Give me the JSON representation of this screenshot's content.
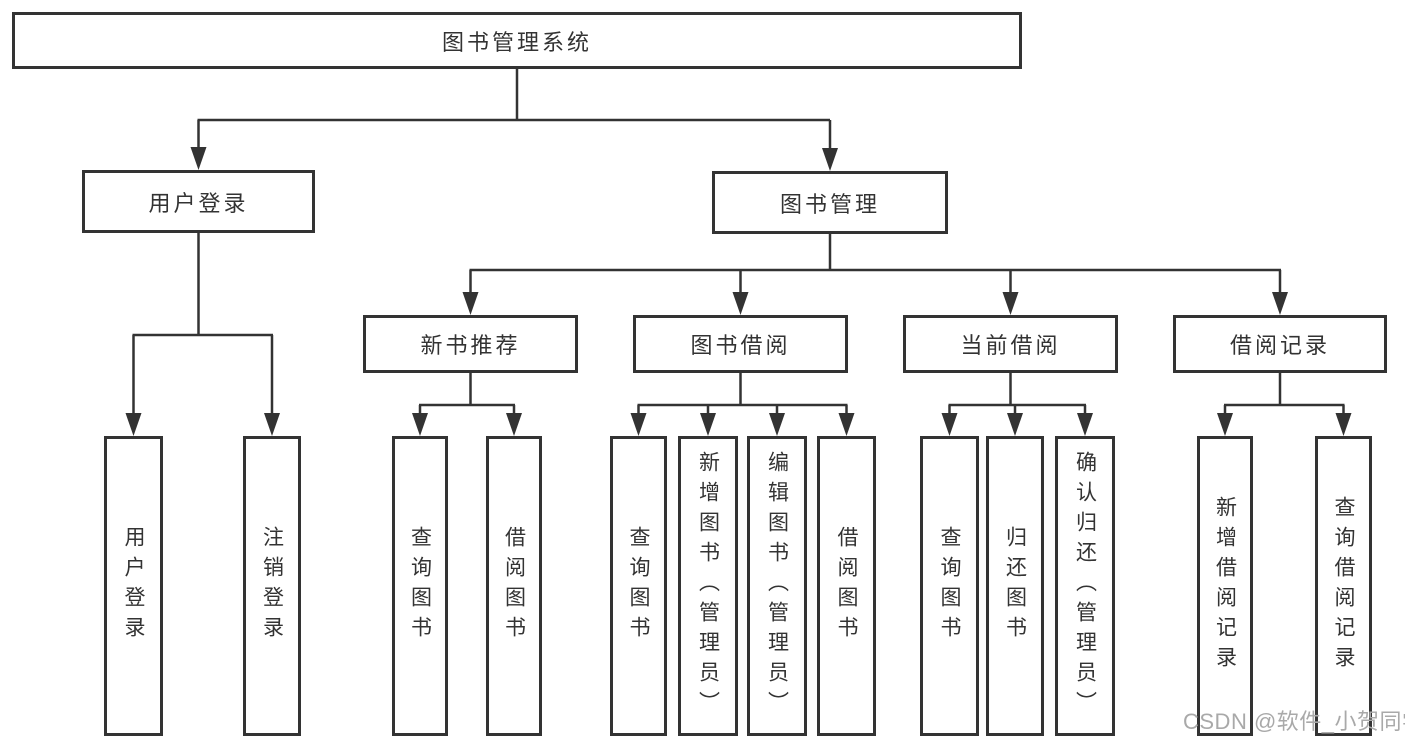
{
  "diagram": {
    "kind": "hierarchy-tree",
    "colors": {
      "line": "#333333",
      "box_border": "#333333",
      "text": "#333333",
      "background": "#ffffff",
      "watermark": "#a9a9a9"
    },
    "root": {
      "label": "图书管理系统"
    },
    "branches": [
      {
        "label": "用户登录",
        "children": [
          "用户登录",
          "注销登录"
        ]
      },
      {
        "label": "图书管理",
        "children": [
          {
            "label": "新书推荐",
            "children": [
              "查询图书",
              "借阅图书"
            ]
          },
          {
            "label": "图书借阅",
            "children": [
              "查询图书",
              "新增图书（管理员）",
              "编辑图书（管理员）",
              "借阅图书"
            ]
          },
          {
            "label": "当前借阅",
            "children": [
              "查询图书",
              "归还图书",
              "确认归还（管理员）"
            ]
          },
          {
            "label": "借阅记录",
            "children": [
              "新增借阅记录",
              "查询借阅记录"
            ]
          }
        ]
      }
    ],
    "watermark": {
      "text": "CSDN @软件_小贺同学"
    }
  }
}
